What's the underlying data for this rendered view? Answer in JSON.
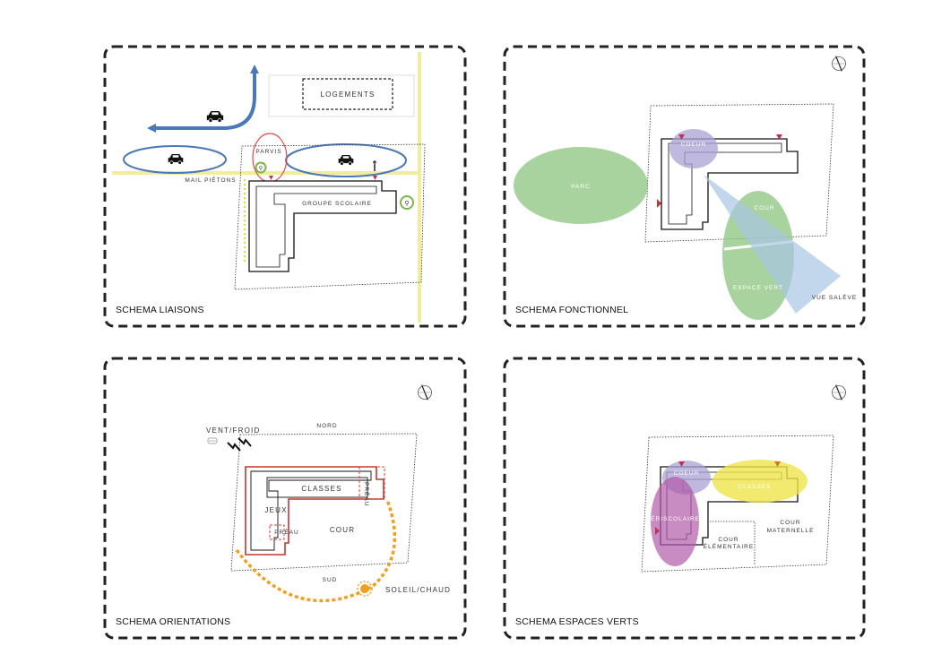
{
  "panels": [
    {
      "title": "SCHEMA LIAISONS",
      "labels": {
        "logements": "Logements",
        "parvis": "Parvis",
        "mail_pietons": "Mail piétons",
        "groupe_scolaire": "Groupe scolaire"
      }
    },
    {
      "title": "SCHEMA FONCTIONNEL",
      "labels": {
        "parc": "Parc",
        "coeur": "Coeur",
        "cour": "Cour",
        "espace_vert": "Espace vert",
        "vue_saleve": "Vue Salève"
      }
    },
    {
      "title": "SCHEMA ORIENTATIONS",
      "labels": {
        "vent_froid": "Vent/Froid",
        "nord": "Nord",
        "classes": "Classes",
        "jeux": "Jeux",
        "preau_1": "Préau",
        "preau_2": "Préau",
        "cour": "Cour",
        "sud": "Sud",
        "soleil_chaud": "Soleil/Chaud"
      }
    },
    {
      "title": "SCHEMA ESPACES VERTS",
      "labels": {
        "coeur": "Coeur",
        "classes": "Classes",
        "periscolaire": "Périscolaire",
        "cour_elementaire_1": "Cour",
        "cour_elementaire_2": "élémentaire",
        "cour_maternelle_1": "Cour",
        "cour_maternelle_2": "maternelle"
      }
    }
  ],
  "colors": {
    "frame": "#222222",
    "road_blue": "#4a78b8",
    "path_yellow": "#f2ec9e",
    "green_zone": "#8cc47e",
    "violet_zone": "#a9a1d6",
    "magenta_zone": "#b05aa8",
    "yellow_zone": "#efe54a",
    "vue_blue": "#a8c6e4",
    "red_accent": "#e03a3a",
    "orange_sun": "#f0a020"
  }
}
